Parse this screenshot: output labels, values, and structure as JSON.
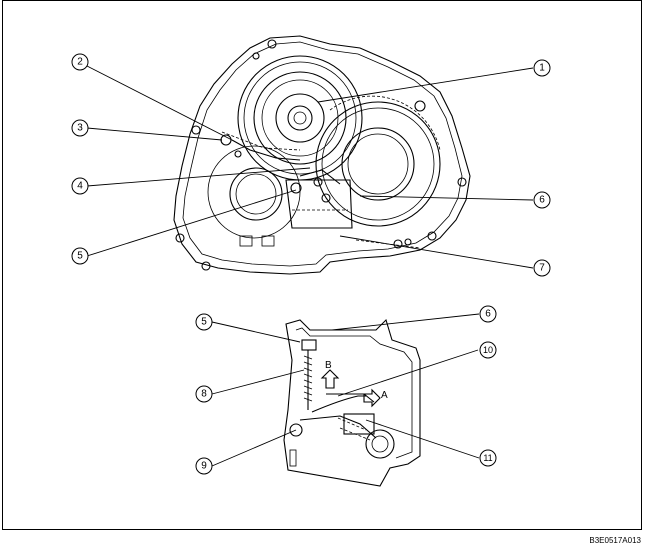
{
  "figure": {
    "code": "B3E0517A013",
    "view_labels": {
      "A": "A",
      "B": "B"
    },
    "callouts": [
      {
        "id": "c1",
        "label": "1"
      },
      {
        "id": "c2",
        "label": "2"
      },
      {
        "id": "c3",
        "label": "3"
      },
      {
        "id": "c4",
        "label": "4"
      },
      {
        "id": "c5",
        "label": "5"
      },
      {
        "id": "c6",
        "label": "6"
      },
      {
        "id": "c7",
        "label": "7"
      },
      {
        "id": "c5b",
        "label": "5"
      },
      {
        "id": "c6b",
        "label": "6"
      },
      {
        "id": "c8",
        "label": "8"
      },
      {
        "id": "c9",
        "label": "9"
      },
      {
        "id": "c10",
        "label": "10"
      },
      {
        "id": "c11",
        "label": "11"
      }
    ]
  }
}
